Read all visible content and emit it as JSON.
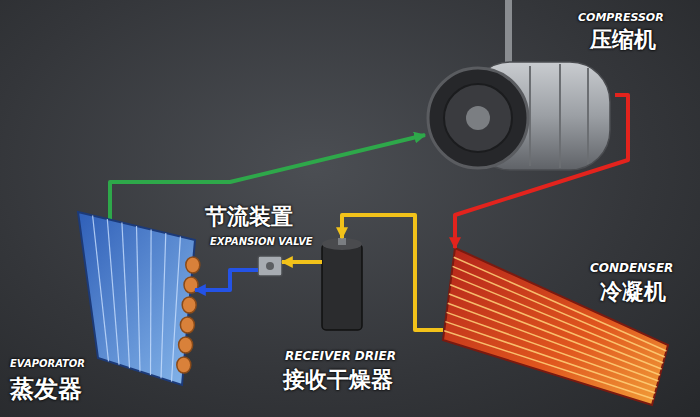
{
  "diagram": {
    "nodes": [
      {
        "text": [
          "COMPRESSOR",
          "压缩机"
        ]
      },
      {
        "text": [
          "节流装置",
          "EXPANSION VALVE"
        ]
      },
      {
        "text": [
          "CONDENSER",
          "冷凝机"
        ]
      },
      {
        "text": [
          "EVAPORATOR",
          "蒸发器"
        ]
      },
      {
        "text": [
          "RECEIVER DRIER",
          "接收干燥器"
        ]
      }
    ],
    "edges": [
      {
        "from": 0,
        "to": 2,
        "arrow": "to"
      },
      {
        "from": 2,
        "to": 4,
        "arrow": "to"
      },
      {
        "from": 4,
        "to": 1,
        "arrow": "to"
      },
      {
        "from": 1,
        "to": 3,
        "arrow": "to"
      },
      {
        "from": 3,
        "to": 0,
        "arrow": "to"
      }
    ]
  }
}
